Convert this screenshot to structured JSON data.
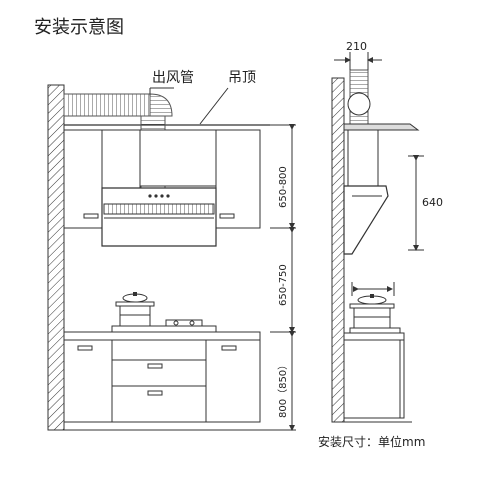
{
  "title": "安装示意图",
  "labels": {
    "duct": "出风管",
    "ceiling": "吊顶",
    "dim_top_width": "210",
    "dim_hood_height": "650-800",
    "dim_mid_height": "650-750",
    "dim_counter_height": "800（850）",
    "dim_side_height": "640",
    "unit_note": "安装尺寸：单位mm"
  },
  "colors": {
    "line": "#333333",
    "wall_fill": "#ffffff",
    "duct": "#555555"
  }
}
